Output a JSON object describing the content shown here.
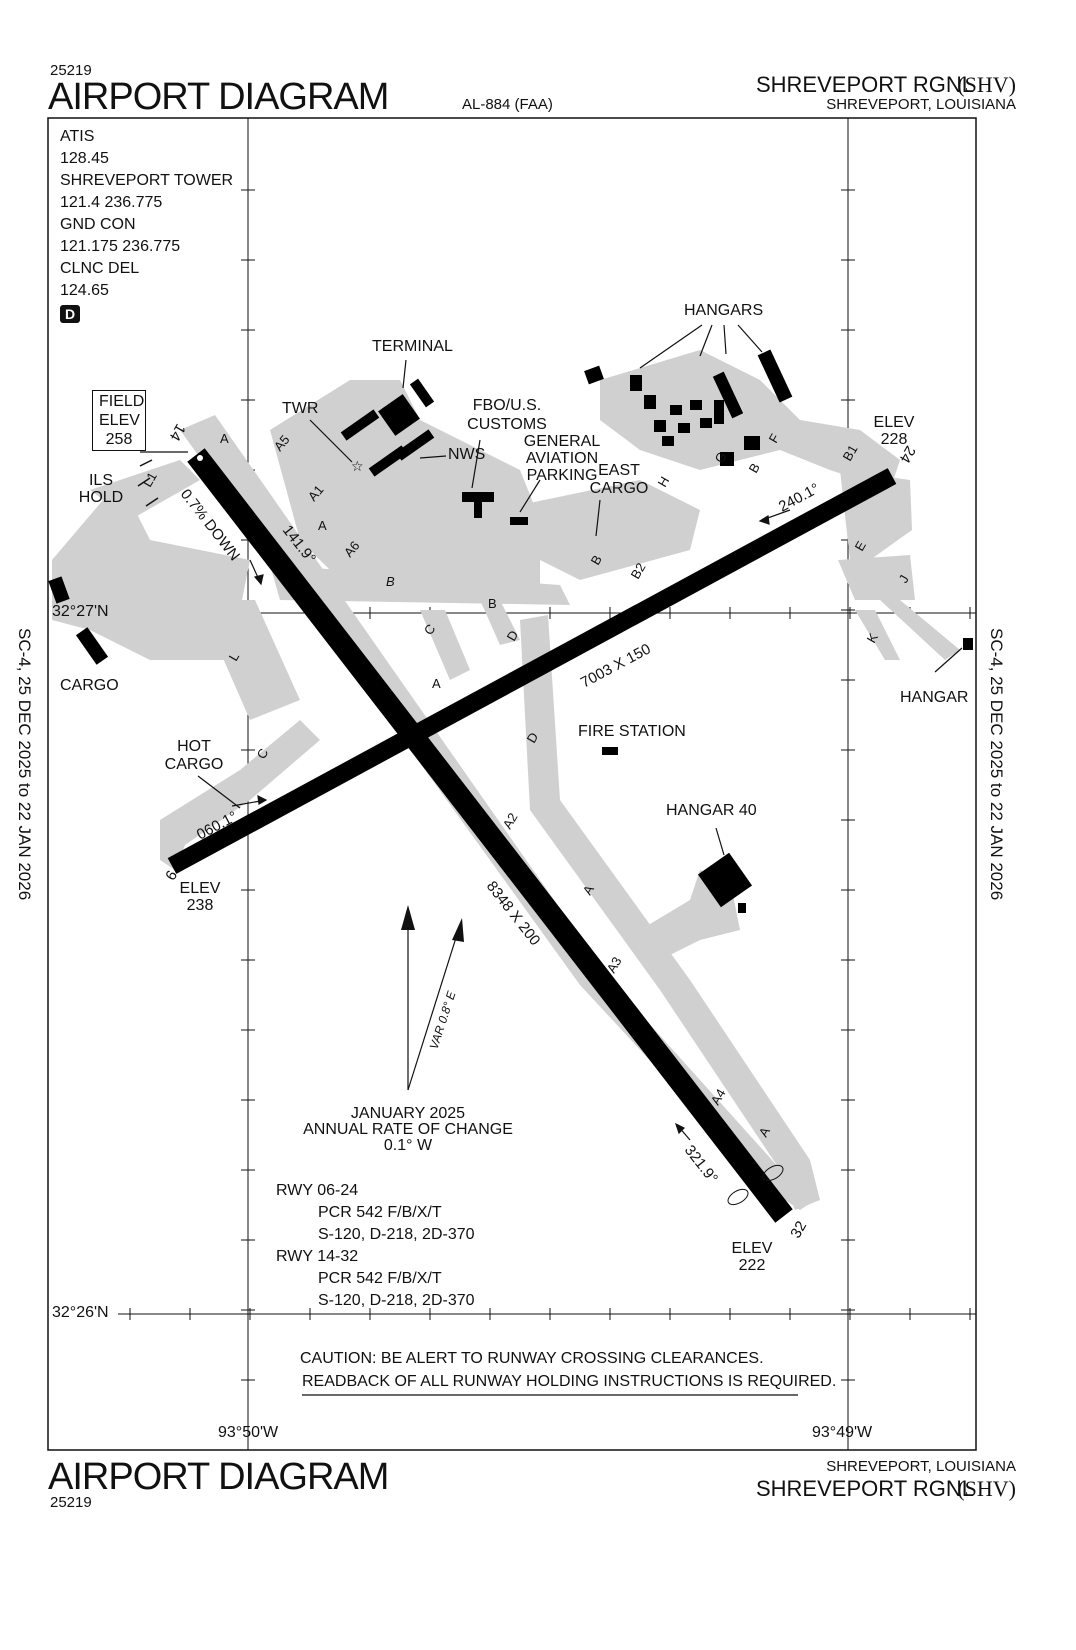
{
  "header": {
    "procedure_number": "25219",
    "title": "AIRPORT DIAGRAM",
    "doc_id": "AL-884 (FAA)",
    "airport_name": "SHREVEPORT RGNL",
    "airport_id": "(SHV)",
    "location": "SHREVEPORT, LOUISIANA"
  },
  "footer": {
    "title": "AIRPORT DIAGRAM",
    "procedure_number": "25219",
    "location": "SHREVEPORT, LOUISIANA",
    "airport_name": "SHREVEPORT RGNL",
    "airport_id": "(SHV)"
  },
  "side_notes": {
    "left": "SC-4,  25 DEC 2025  to  22 JAN 2026",
    "right": "SC-4,  25 DEC 2025  to  22 JAN 2026"
  },
  "frequencies": {
    "atis_label": "ATIS",
    "atis_freq": "128.45",
    "tower_label": "SHREVEPORT TOWER",
    "tower_freq": "121.4  236.775",
    "ground_label": "GND CON",
    "ground_freq": "121.175  236.775",
    "clearance_label": "CLNC DEL",
    "clearance_freq": "124.65",
    "badge": "D"
  },
  "coordinates": {
    "lat_upper": "32°27'N",
    "lat_lower": "32°26'N",
    "lon_left": "93°50'W",
    "lon_right": "93°49'W"
  },
  "field_elev": {
    "line1": "FIELD",
    "line2": "ELEV",
    "value": "258"
  },
  "runways": [
    {
      "id": "14-32",
      "dimensions": "8348 X 200",
      "end_a": "14",
      "end_b": "32",
      "heading_a": "141.9°",
      "heading_b": "321.9°",
      "elev_b_label": "ELEV",
      "elev_b": "222",
      "slope": "0.7% DOWN"
    },
    {
      "id": "06-24",
      "dimensions": "7003 X 150",
      "end_a": "6",
      "end_b": "24",
      "heading_a": "060.1°",
      "heading_b": "240.1°",
      "elev_a_label": "ELEV",
      "elev_a": "238",
      "elev_b_label": "ELEV",
      "elev_b": "228"
    }
  ],
  "taxiways": [
    "A",
    "A1",
    "A2",
    "A3",
    "A4",
    "A5",
    "A6",
    "B",
    "B1",
    "B2",
    "C",
    "D",
    "E",
    "F",
    "G",
    "H",
    "J",
    "K",
    "L",
    "L1"
  ],
  "labels": {
    "terminal": "TERMINAL",
    "twr": "TWR",
    "nws": "NWS",
    "fbo": "FBO/U.S.",
    "customs": "CUSTOMS",
    "ga1": "GENERAL",
    "ga2": "AVIATION",
    "ga3": "PARKING",
    "east1": "EAST",
    "east2": "CARGO",
    "hangars": "HANGARS",
    "ils1": "ILS",
    "ils2": "HOLD",
    "cargo": "CARGO",
    "hot1": "HOT",
    "hot2": "CARGO",
    "fire_station": "FIRE STATION",
    "hangar40": "HANGAR 40",
    "hangar": "HANGAR"
  },
  "magnetic": {
    "variation": "VAR 0.8° E",
    "date": "JANUARY 2025",
    "rate_label": "ANNUAL RATE OF CHANGE",
    "rate": "0.1° W"
  },
  "runway_strength": {
    "rwy1_label": "RWY 06-24",
    "rwy1_pcr": "PCR 542 F/B/X/T",
    "rwy1_gear": "S-120, D-218, 2D-370",
    "rwy2_label": "RWY 14-32",
    "rwy2_pcr": "PCR 542 F/B/X/T",
    "rwy2_gear": "S-120, D-218, 2D-370"
  },
  "caution": {
    "line1": "CAUTION:  BE ALERT TO RUNWAY CROSSING CLEARANCES.",
    "line2": "READBACK OF ALL RUNWAY HOLDING INSTRUCTIONS IS REQUIRED."
  }
}
